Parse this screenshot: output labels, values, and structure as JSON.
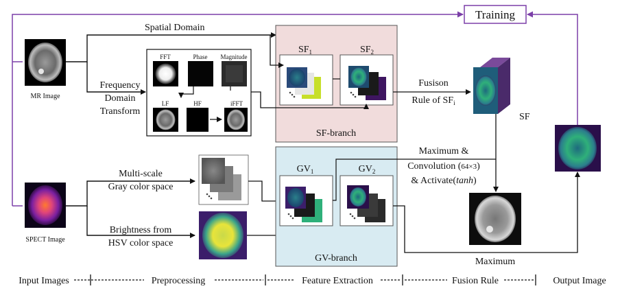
{
  "training_label": "Training",
  "inputs": {
    "mr_label": "MR Image",
    "spect_label": "SPECT Image"
  },
  "preprocessing": {
    "spatial_domain": "Spatial Domain",
    "freq_line1": "Frequency",
    "freq_line2": "Domain",
    "freq_line3": "Transform",
    "fft": "FFT",
    "phase": "Phase",
    "magnitude": "Magnitude",
    "lf": "LF",
    "hf": "HF",
    "ifft": "iFFT",
    "multiscale_line1": "Multi-scale",
    "multiscale_line2": "Gray color space",
    "brightness_line1": "Brightness from",
    "brightness_line2": "HSV color space"
  },
  "sf_branch": {
    "label": "SF-branch",
    "sf1_main": "SF",
    "sf1_sub": "1",
    "sf2_main": "SF",
    "sf2_sub": "2"
  },
  "gv_branch": {
    "label": "GV-branch",
    "gv1_main": "GV",
    "gv1_sub": "1",
    "gv2_main": "GV",
    "gv2_sub": "2"
  },
  "fusion": {
    "fusion_line1": "Fusison",
    "fusion_line2": "Rule of SF",
    "fusion_sub": "i",
    "sf_label": "SF",
    "max_conv_line1": "Maximum &",
    "max_conv_line2_a": "Convolution (",
    "max_conv_line2_b": "64×3",
    "max_conv_line2_c": ")",
    "max_conv_line3_a": "& Activate(",
    "max_conv_line3_b": "tanh",
    "max_conv_line3_c": ")",
    "maximum_label": "Maximum"
  },
  "stages": {
    "input_images": "Input Images",
    "preprocessing": "Preprocessing",
    "feature_extraction": "Feature Extraction",
    "fusion_rule": "Fusion Rule",
    "output_image": "Output Image"
  },
  "colors": {
    "training_purple": "#7b3fa8",
    "sf_branch_fill": "#f1dcdc",
    "gv_branch_fill": "#d8ebf2",
    "output_image_green": "#2fb07a",
    "spect_magenta": "#c23b8a"
  },
  "icons": [
    "brain-mr-icon",
    "brain-spect-icon",
    "feature-map-stack-icon",
    "sf-cube-icon",
    "brain-output-icon"
  ]
}
